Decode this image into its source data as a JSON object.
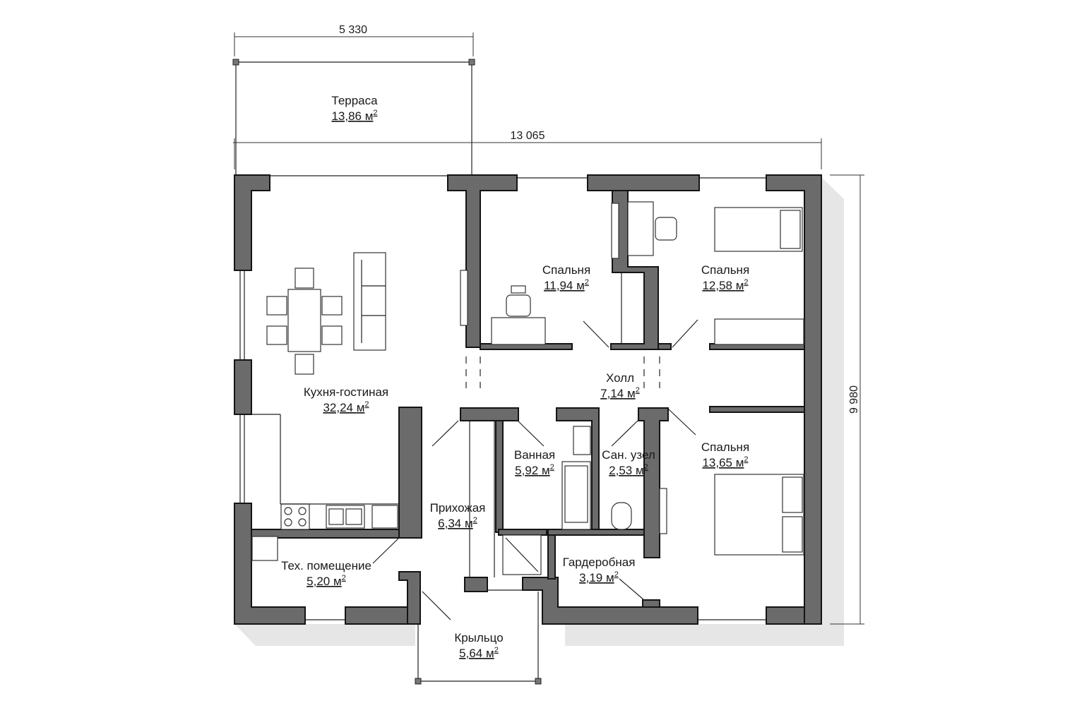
{
  "dimensions": {
    "terrace_width": "5 330",
    "house_width": "13 065",
    "house_depth": "9 980"
  },
  "area_unit": "м",
  "area_exponent": "2",
  "rooms": [
    {
      "key": "terrace",
      "name": "Терраса",
      "area": "13,86"
    },
    {
      "key": "kitchen",
      "name": "Кухня-гостиная",
      "area": "32,24"
    },
    {
      "key": "bedroom1",
      "name": "Спальня",
      "area": "11,94"
    },
    {
      "key": "bedroom2",
      "name": "Спальня",
      "area": "12,58"
    },
    {
      "key": "hall",
      "name": "Холл",
      "area": "7,14"
    },
    {
      "key": "bathroom",
      "name": "Ванная",
      "area": "5,92"
    },
    {
      "key": "wc",
      "name": "Сан. узел",
      "area": "2,53"
    },
    {
      "key": "bedroom3",
      "name": "Спальня",
      "area": "13,65"
    },
    {
      "key": "entry",
      "name": "Прихожая",
      "area": "6,34"
    },
    {
      "key": "tech",
      "name": "Тех. помещение",
      "area": "5,20"
    },
    {
      "key": "wardrobe",
      "name": "Гардеробная",
      "area": "3,19"
    },
    {
      "key": "porch",
      "name": "Крыльцо",
      "area": "5,64"
    }
  ]
}
